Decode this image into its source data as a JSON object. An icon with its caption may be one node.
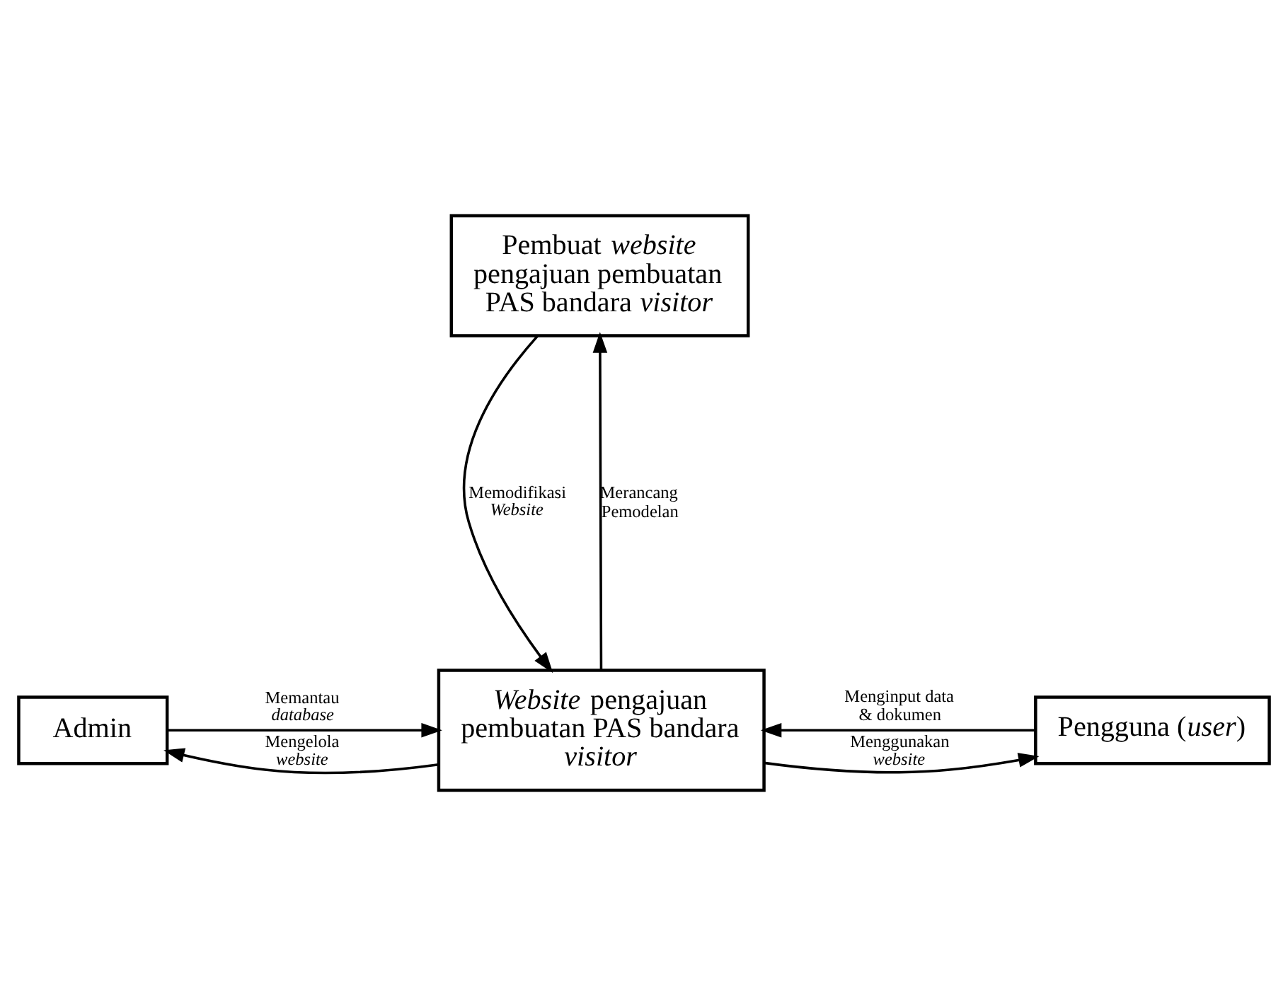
{
  "diagram": {
    "nodes": [
      {
        "text": [
          "Pembuat *website* pengajuan pembuatan PAS bandara *visitor*"
        ]
      },
      {
        "text": [
          "*Website* pengajuan pembuatan PAS bandara *visitor*"
        ]
      },
      {
        "text": [
          "Admin"
        ]
      },
      {
        "text": [
          "Pengguna (*user*)"
        ]
      }
    ],
    "edges": [
      {
        "from": 1,
        "to": 0,
        "arrow": "to",
        "label": "Merancang Pemodelan"
      },
      {
        "from": 0,
        "to": 1,
        "arrow": "to",
        "label": "Memodifikasi *Website*"
      },
      {
        "from": 2,
        "to": 1,
        "arrow": "to",
        "label": "Memantau *database*"
      },
      {
        "from": 3,
        "to": 1,
        "arrow": "to",
        "label": "Menginput data & dokumen"
      },
      {
        "from": 1,
        "to": 2,
        "arrow": "to",
        "label": "Mengelola *website*"
      },
      {
        "from": 1,
        "to": 3,
        "arrow": "to",
        "label": "Menggunakan *website*"
      }
    ]
  }
}
